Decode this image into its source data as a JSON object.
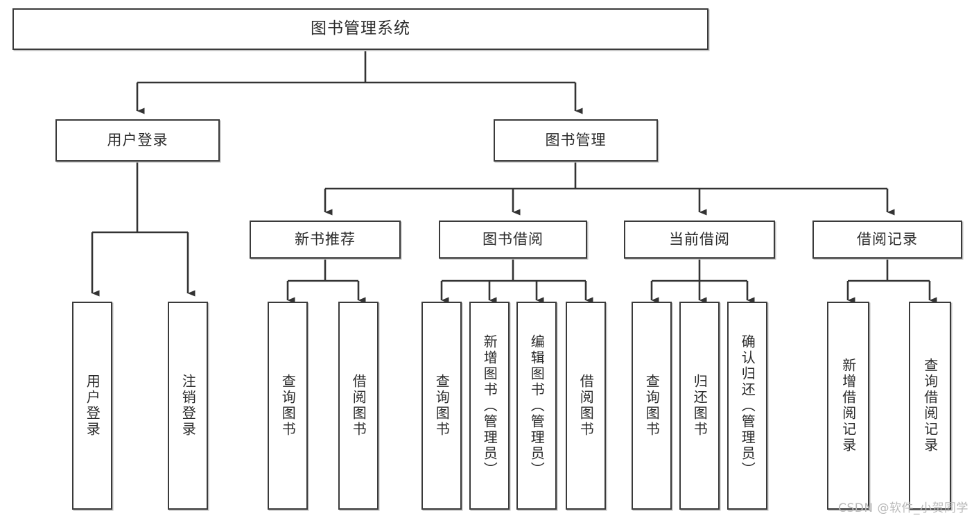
{
  "diagram": {
    "title": "图书管理系统",
    "type": "tree-hierarchy-diagram",
    "root": {
      "label": "图书管理系统"
    },
    "tier1": [
      {
        "label": "用户登录"
      },
      {
        "label": "图书管理"
      }
    ],
    "tier2": [
      {
        "label": "新书推荐"
      },
      {
        "label": "图书借阅"
      },
      {
        "label": "当前借阅"
      },
      {
        "label": "借阅记录"
      }
    ],
    "leaves": {
      "user_login": [
        {
          "label": "用户登录"
        },
        {
          "label": "注销登录"
        }
      ],
      "new_book_recommend": [
        {
          "label": "查询图书"
        },
        {
          "label": "借阅图书"
        }
      ],
      "book_borrow": [
        {
          "label": "查询图书"
        },
        {
          "label": "新增图书（管理员）"
        },
        {
          "label": "编辑图书（管理员）"
        },
        {
          "label": "借阅图书"
        }
      ],
      "current_borrow": [
        {
          "label": "查询图书"
        },
        {
          "label": "归还图书"
        },
        {
          "label": "确认归还（管理员）"
        }
      ],
      "borrow_record": [
        {
          "label": "新增借阅记录"
        },
        {
          "label": "查询借阅记录"
        }
      ]
    }
  },
  "watermark": {
    "text": "CSDN @软件_小贺同学"
  },
  "colors": {
    "border": "#3a3a3a",
    "text": "#2b2b2b",
    "background": "#ffffff",
    "connector": "#333333",
    "watermark": "#b9b9b9"
  }
}
